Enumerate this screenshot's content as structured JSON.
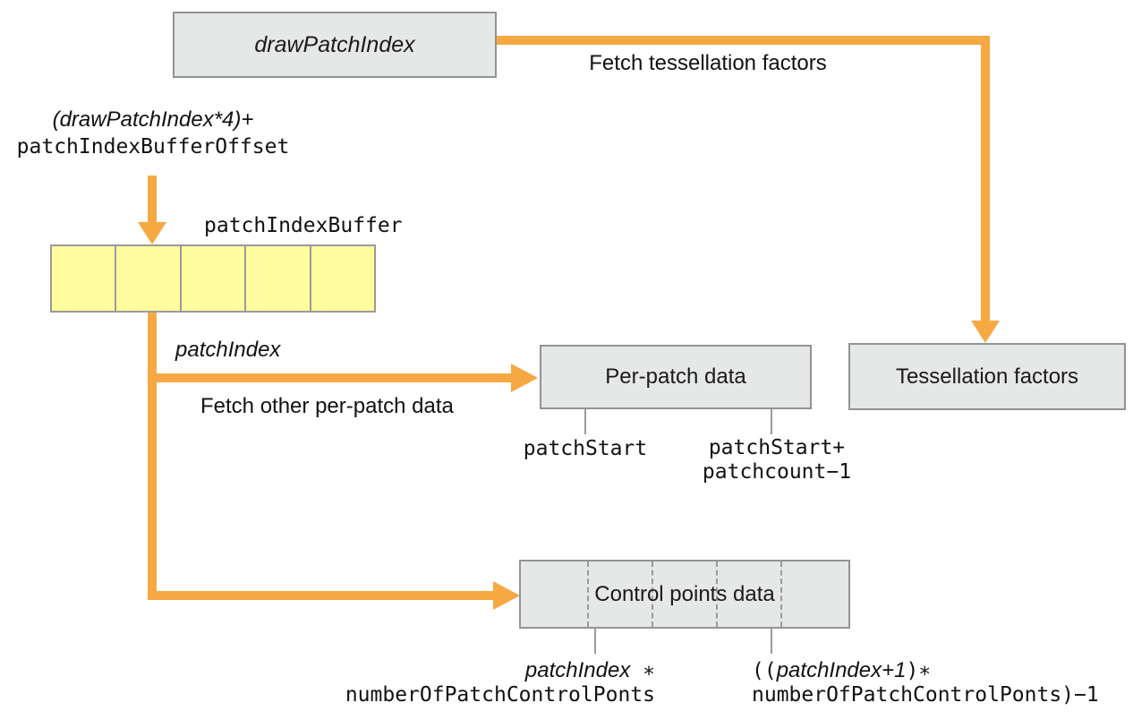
{
  "nodes": {
    "draw_patch_index": "drawPatchIndex",
    "per_patch_data": "Per-patch data",
    "tessellation_factors": "Tessellation factors",
    "control_points_data": "Control points data"
  },
  "labels": {
    "fetch_tessellation": "Fetch tessellation factors",
    "offset_expr_italic": "(drawPatchIndex*4)+",
    "offset_expr_mono": "patchIndexBufferOffset",
    "patch_index_buffer": "patchIndexBuffer",
    "patch_index": "patchIndex",
    "fetch_other": "Fetch other per-patch data",
    "patch_start": "patchStart",
    "patch_start_plus": "patchStart+",
    "patch_count_minus": "patchcount−1",
    "cp_start_italic": "patchIndex",
    "cp_start_mono": " ∗",
    "cp_start_line2": "numberOfPatchControlPonts",
    "cp_end_open": "((",
    "cp_end_italic": "patchIndex+1",
    "cp_end_close": ")∗",
    "cp_end_line2": "numberOfPatchControlPonts)−1"
  },
  "buffer": {
    "cells": 5
  },
  "colors": {
    "arrow_orange": "#F6A843",
    "buffer_yellow": "#FDFD9E",
    "box_fill": "#E6E7E7",
    "box_border": "#919497",
    "gray_line": "#9A9A9A"
  }
}
